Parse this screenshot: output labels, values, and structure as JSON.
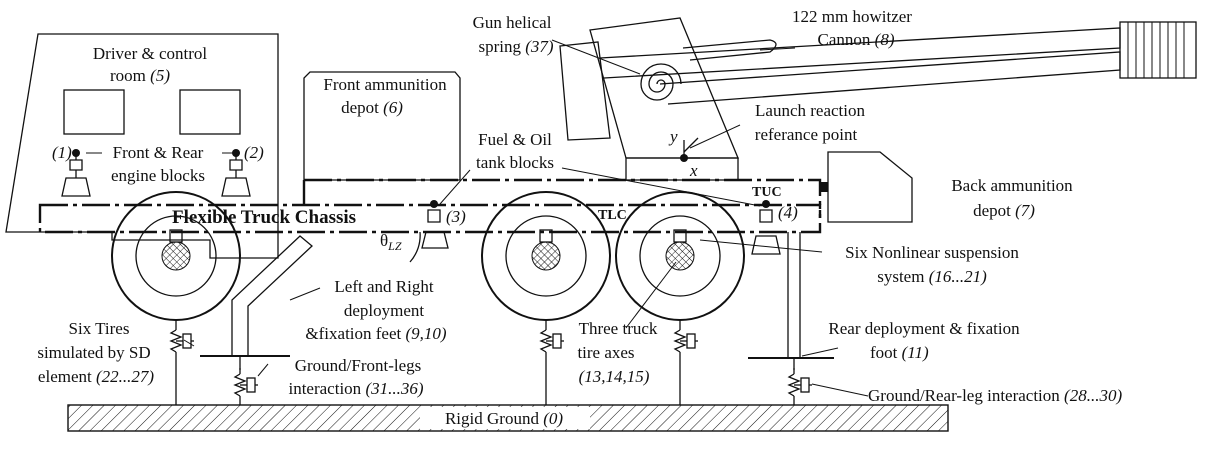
{
  "labels": {
    "driver_room_l1": "Driver & control",
    "driver_room_l2": "room",
    "driver_room_num": "(5)",
    "engine_left_num": "(1)",
    "engine_right_num": "(2)",
    "engine_l1": "Front & Rear",
    "engine_l2": "engine blocks",
    "front_depot_l1": "Front ammunition",
    "front_depot_l2": "depot",
    "front_depot_num": "(6)",
    "spring_l1": "Gun helical",
    "spring_l2": "spring",
    "spring_num": "(37)",
    "cannon_l1": "122 mm howitzer",
    "cannon_l2": "Cannon",
    "cannon_num": "(8)",
    "launch_l1": "Launch reaction",
    "launch_l2": "referance point",
    "axis_y": "y",
    "axis_x": "x",
    "fuel_l1": "Fuel & Oil",
    "fuel_l2": "tank  blocks",
    "back_depot_l1": "Back ammunition",
    "back_depot_l2": "depot",
    "back_depot_num": "(7)",
    "tuc": "TUC",
    "tlc": "TLC",
    "chassis": "Flexible Truck Chassis",
    "fuel_left_num": "(3)",
    "fuel_right_num": "(4)",
    "theta": "θ",
    "theta_sub": "LZ",
    "suspension_l1": "Six Nonlinear suspension",
    "suspension_l2": "system",
    "suspension_num": "(16...21)",
    "feet_l1": "Left and Right",
    "feet_l2": "deployment",
    "feet_l3": "&fixation feet",
    "feet_num": "(9,10)",
    "tires_l1": "Six Tires",
    "tires_l2": "simulated by SD",
    "tires_l3": "element",
    "tires_num": "(22...27)",
    "front_legs_l1": "Ground/Front-legs",
    "front_legs_l2": "interaction",
    "front_legs_num": "(31...36)",
    "axes_l1": "Three truck",
    "axes_l2": "tire axes",
    "axes_num": "(13,14,15)",
    "rear_foot_l1": "Rear deployment & fixation",
    "rear_foot_l2": "foot",
    "rear_foot_num": "(11)",
    "rear_leg_l1": "Ground/Rear-leg interaction",
    "rear_leg_num": "(28...30)",
    "ground": "Rigid Ground",
    "ground_num": "(0)"
  }
}
